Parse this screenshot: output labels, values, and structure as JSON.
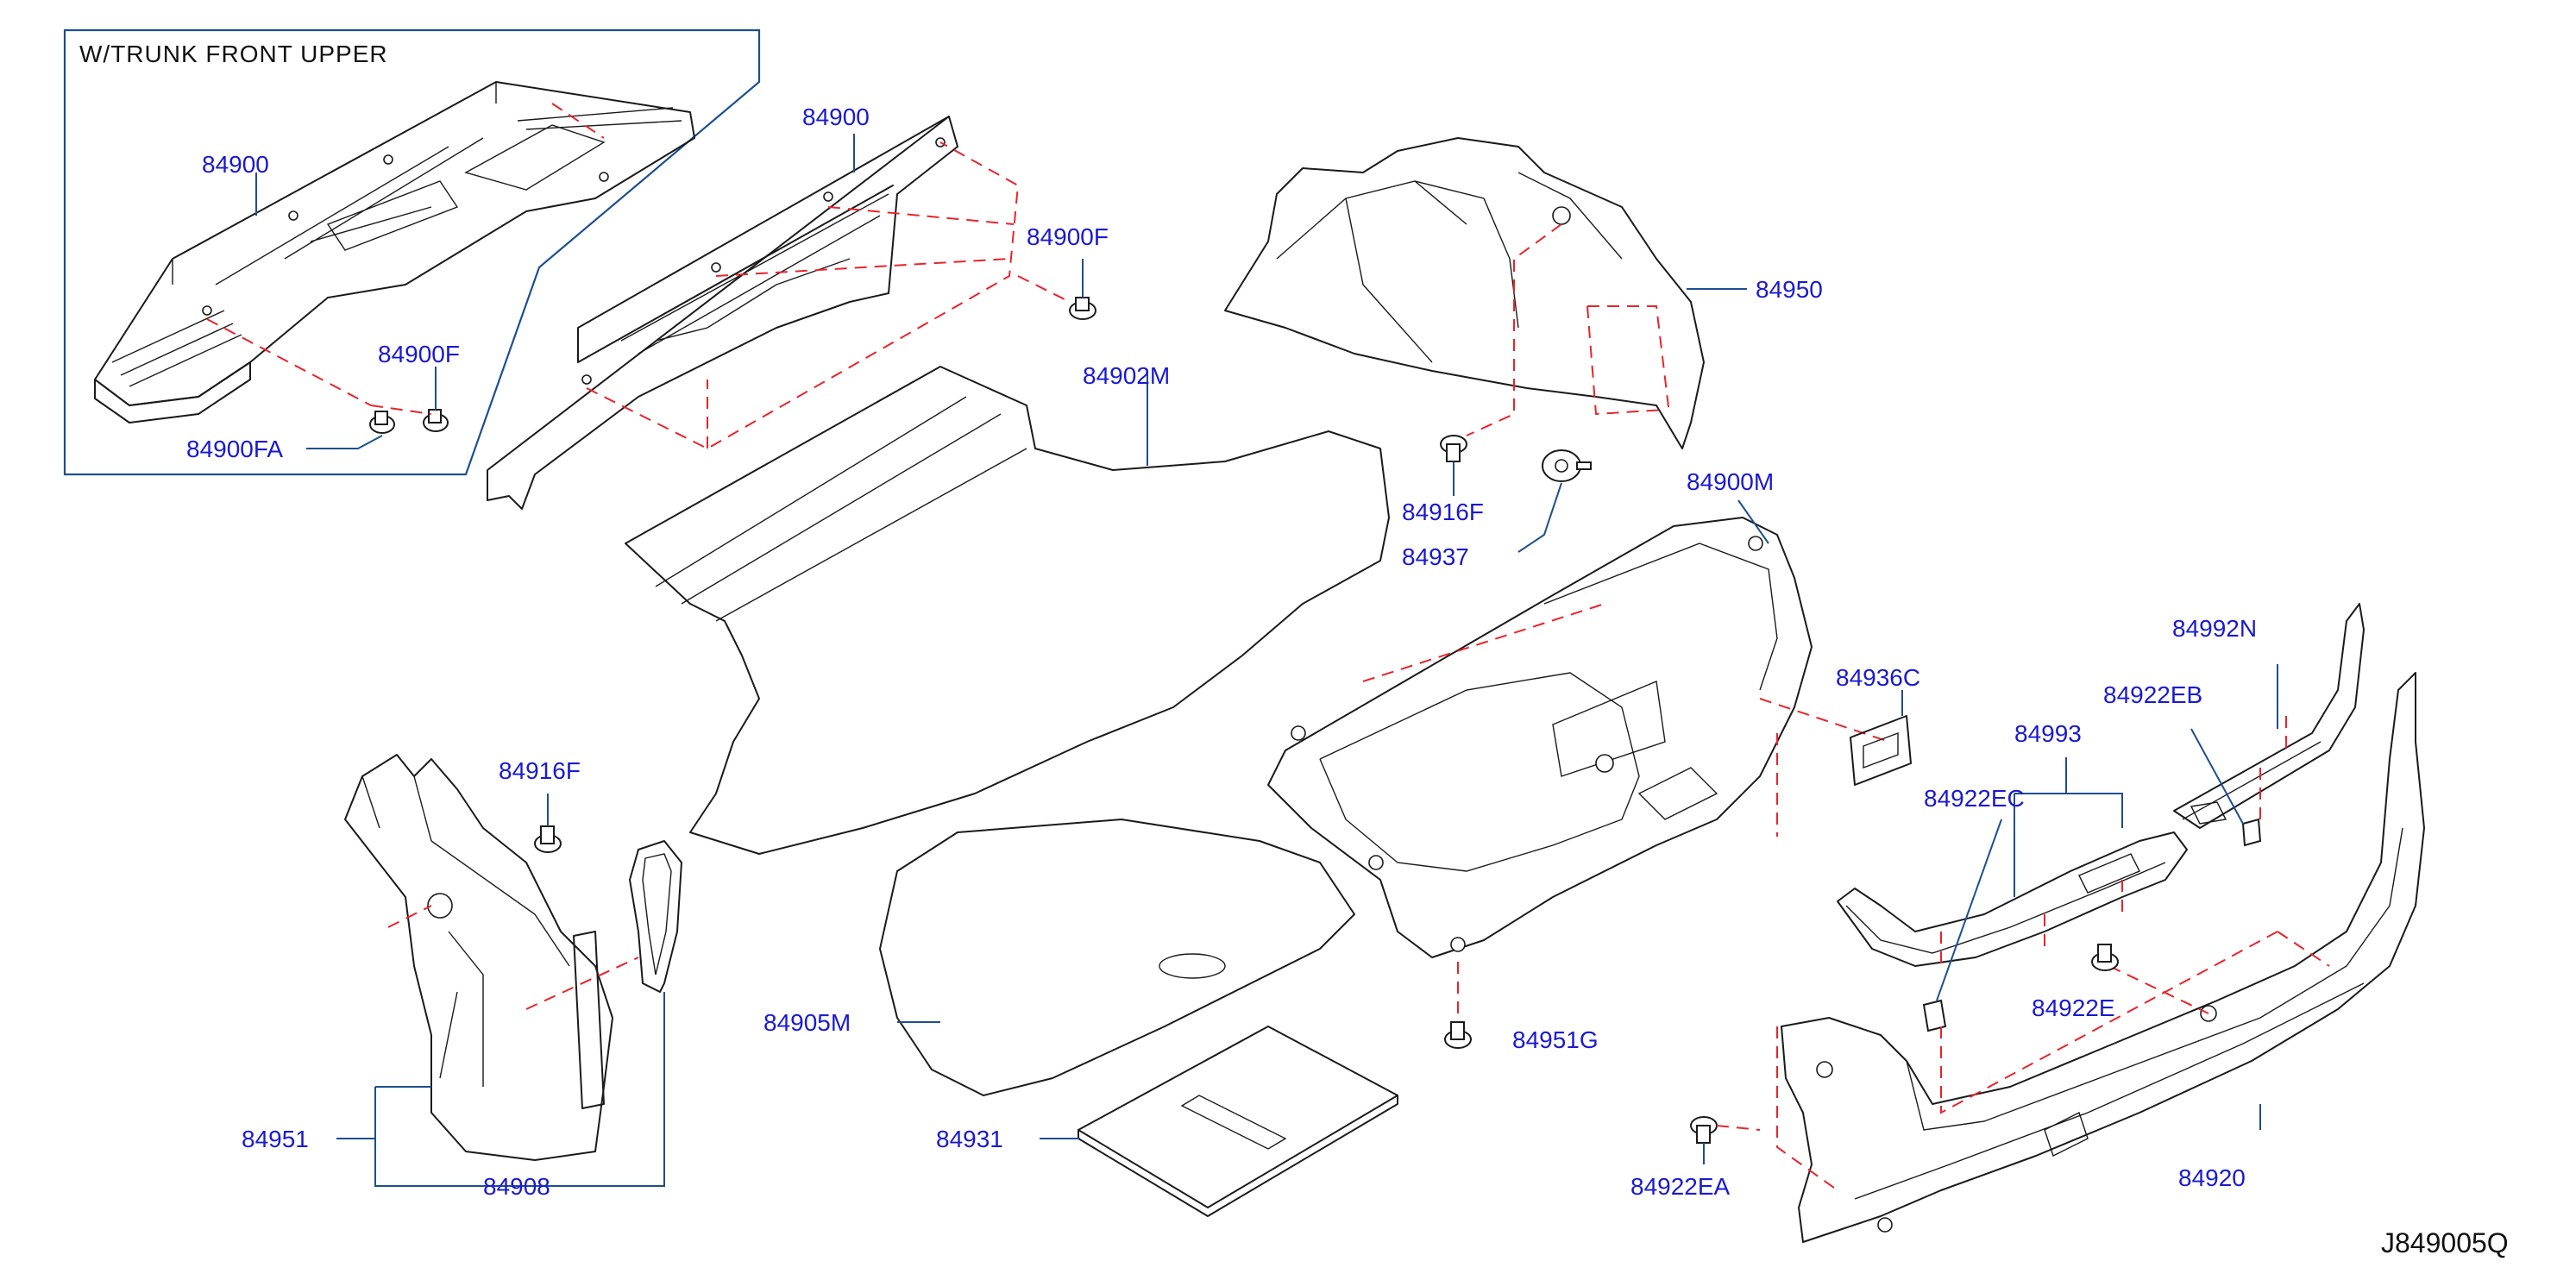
{
  "diagram": {
    "inset_title": "W/TRUNK   FRONT   UPPER",
    "diagram_code": "J849005Q"
  },
  "labels": {
    "p84900_inset": "84900",
    "p84900f_inset": "84900F",
    "p84900fa": "84900FA",
    "p84900": "84900",
    "p84900f": "84900F",
    "p84902m": "84902M",
    "p84950": "84950",
    "p84916f_top": "84916F",
    "p84937": "84937",
    "p84900m": "84900M",
    "p84916f_left": "84916F",
    "p84951": "84951",
    "p84908": "84908",
    "p84905m": "84905M",
    "p84931": "84931",
    "p84951g": "84951G",
    "p84936c": "84936C",
    "p84993": "84993",
    "p84922ec": "84922EC",
    "p84922eb": "84922EB",
    "p84992n": "84992N",
    "p84922e": "84922E",
    "p84922ea": "84922EA",
    "p84920": "84920"
  },
  "colors": {
    "label_text": "#1a1ad0",
    "leader_line": "#1c4f8f",
    "hidden_line": "#e8242b",
    "part_line": "#1a1a1a"
  }
}
